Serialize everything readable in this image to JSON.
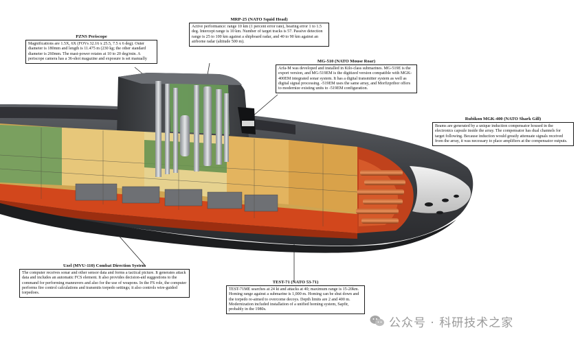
{
  "callouts": {
    "periscope": {
      "title": "PZNS Periscope",
      "text": "Magnifications are 1.5X, 6X (FOVs 32.16 x 25.5, 7.5 x 6 deg). Outer diameter is 180mm and length is 11.475 m (230 kg; the other standard diameter is 260mm. The mast-power rotates at 10 to 20 deg/min. A periscope camera has a 36-shot magazine and exposure is set manually"
    },
    "mrp25": {
      "title": "MRP-25 (NATO Squid Head)",
      "text": "Active performance: range 10 km (1 percent error rate), bearing error 1 to 1.5 deg. Intercept range is 10 km. Number of target tracks is 57. Passive detection range is 25 to 100 km against a shipboard radar, and 40 to 90 km against an airborne radar (altitude 500 m)."
    },
    "mg510": {
      "title": "MG-510 (NATO Mouse Roar)",
      "text": "Arfa-M was developed and installed in Kilo-class submarines. MG-519E is the export version, and MG-519EM is the digitized version compatible with MGK-400EM integrated sonar system. It has a digital transmitter system as well as digital signal processing. -519EM uses the same array, and Morfizpribor offers to modernize existing units to -519EM configuration."
    },
    "mgk400": {
      "title": "Rubikon MGK-400 (NATO Shark Gill)",
      "text": "Beams are generated by a unique induction compensator housed in the electronics capsule inside the array. The compensator has dual channels for target following. Because induction would greatly attenuate signals received from the array, it was necessary to place amplifiers at the compensator outputs."
    },
    "uzel": {
      "title": "Uzel (MVU-110) Combat Direction System",
      "text": "The computer receives sonar and other sensor data and forms a tactical picture. It generates attack data and includes an automatic FCS element. It also provides decision-aid suggestions to the command for performing maneuvers and also for the use of weapons. In the FS role, the computer performs fire control calculations and transmits torpedo settings; it also controls wire-guided torpedoes."
    },
    "test71": {
      "title": "TEST-71 (NATO 53-71)",
      "text": "TEST-71ME searches at 24 kt and attacks at 40; maximum range is 15-20km. Homing range against a submarine is 1,000 m. Homing can be shut down and the torpedo re-aimed to overcome decoys. Depth limits are 2 and 400 m. Modernization included installation of a unified homing system, Sapfir, probably in the 1980s."
    }
  },
  "watermark": "公众号 · 科研技术之家",
  "colors": {
    "hull": "#45484d",
    "hull_dark": "#2c2e31",
    "red_zone": "#d9451d",
    "interior_yellow": "#e8c776",
    "interior_green": "#7fae6a",
    "mast_gray": "#b9bcbf",
    "nose_white": "#e8e8e8"
  }
}
